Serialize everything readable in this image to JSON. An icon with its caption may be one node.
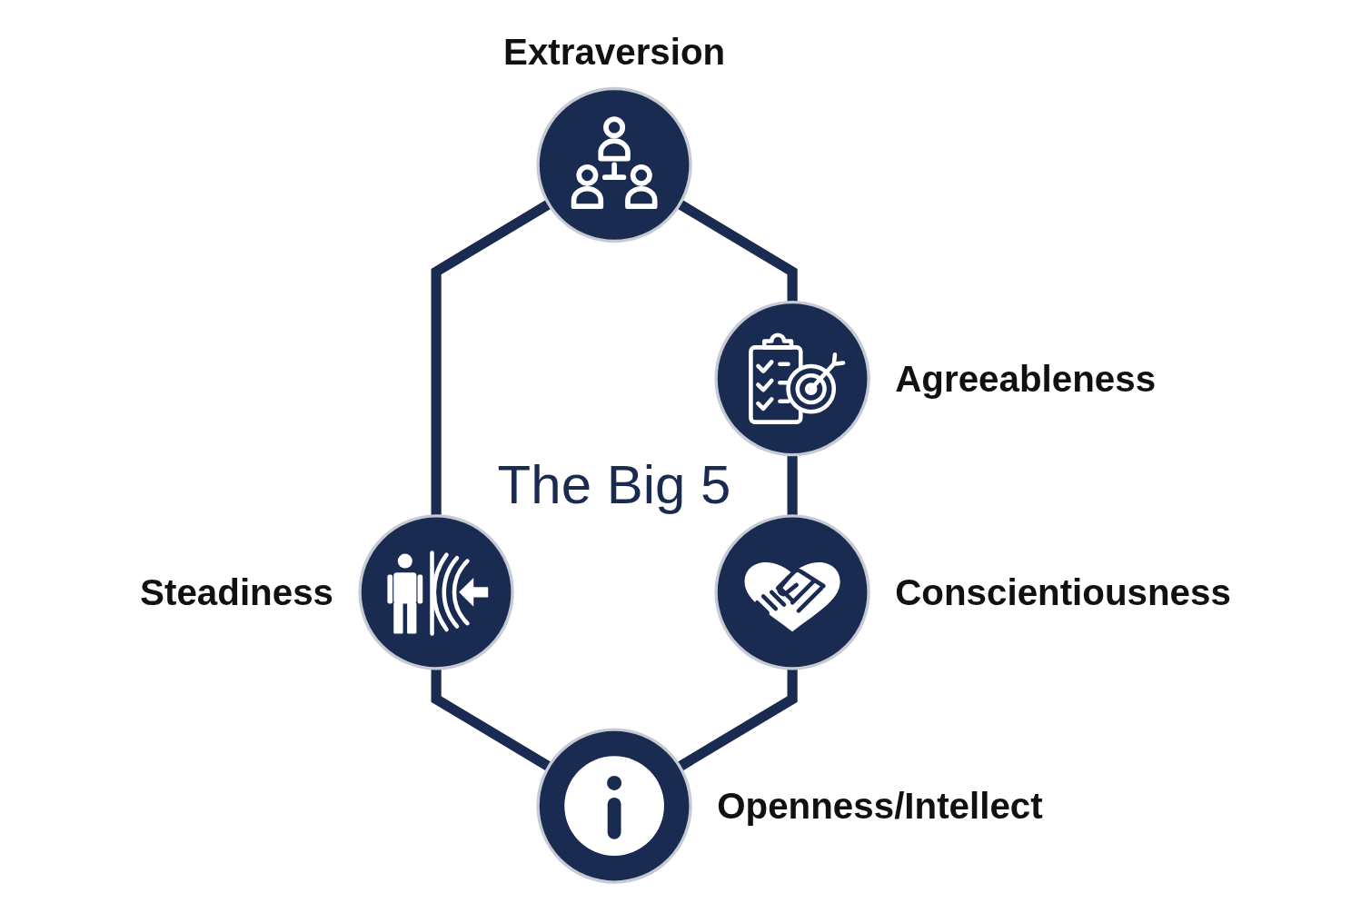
{
  "diagram": {
    "title": "The Big 5",
    "nodes": [
      {
        "text": [],
        "shape": "circle",
        "beside": [
          "Extraversion"
        ]
      },
      {
        "text": [],
        "shape": "circle",
        "beside": [
          "Agreeableness"
        ]
      },
      {
        "text": [],
        "shape": "circle",
        "beside": [
          "Steadiness"
        ]
      },
      {
        "text": [],
        "shape": "circle",
        "beside": [
          "Conscientiousness"
        ]
      },
      {
        "text": [],
        "shape": "circle",
        "beside": [
          "Openness/Intellect"
        ]
      }
    ],
    "edges": [
      {
        "from": 0,
        "to": 2,
        "arrow": "none"
      },
      {
        "from": 0,
        "to": 1,
        "arrow": "none"
      },
      {
        "from": 2,
        "to": 4,
        "arrow": "none"
      },
      {
        "from": 1,
        "to": 3,
        "arrow": "none"
      },
      {
        "from": 3,
        "to": 4,
        "arrow": "none"
      }
    ]
  }
}
